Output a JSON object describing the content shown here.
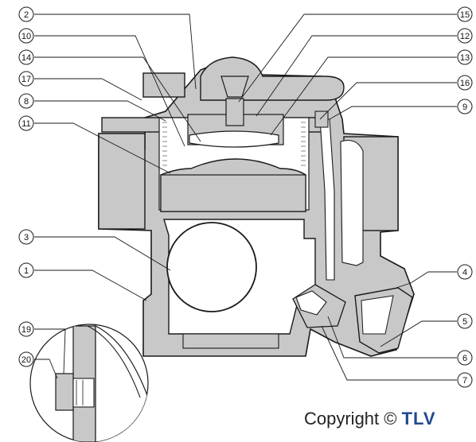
{
  "callouts": {
    "c1": "1",
    "c2": "2",
    "c3": "3",
    "c4": "4",
    "c5": "5",
    "c6": "6",
    "c7": "7",
    "c8": "8",
    "c9": "9",
    "c10": "10",
    "c11": "11",
    "c12": "12",
    "c13": "13",
    "c14": "14",
    "c15": "15",
    "c16": "16",
    "c17": "17",
    "c19": "19",
    "c20": "20"
  },
  "footer": {
    "copyright_text": "Copyright ©",
    "brand": "TLV"
  },
  "colors": {
    "body_gray": "#c8c8c8",
    "line": "#1a1a1a",
    "brand": "#1f4a8f"
  }
}
